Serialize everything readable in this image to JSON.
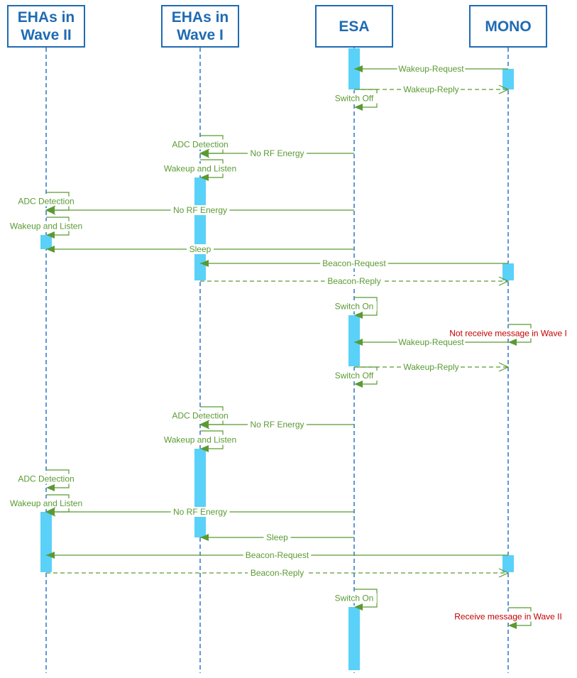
{
  "participants": [
    "EHAs in\nWave II",
    "EHAs in\nWave I",
    "ESA",
    "MONO"
  ],
  "colors": {
    "header": "#1f6bb3",
    "lifeline": "#2e75c6",
    "activation": "#5ad1f8",
    "arrow": "#5b9a33",
    "note": "#c00000"
  },
  "labels": {
    "wakeup_request": "Wakeup-Request",
    "wakeup_reply": "Wakeup-Reply",
    "switch_off": "Switch Off",
    "switch_on": "Switch On",
    "adc_detection": "ADC Detection",
    "no_rf_energy": "No RF Energy",
    "wakeup_and_listen": "Wakeup and Listen",
    "sleep": "Sleep",
    "beacon_request": "Beacon-Request",
    "beacon_reply": "Beacon-Reply",
    "not_receive_wave1": "Not receive message in Wave I",
    "receive_wave2": "Receive message in Wave II"
  }
}
